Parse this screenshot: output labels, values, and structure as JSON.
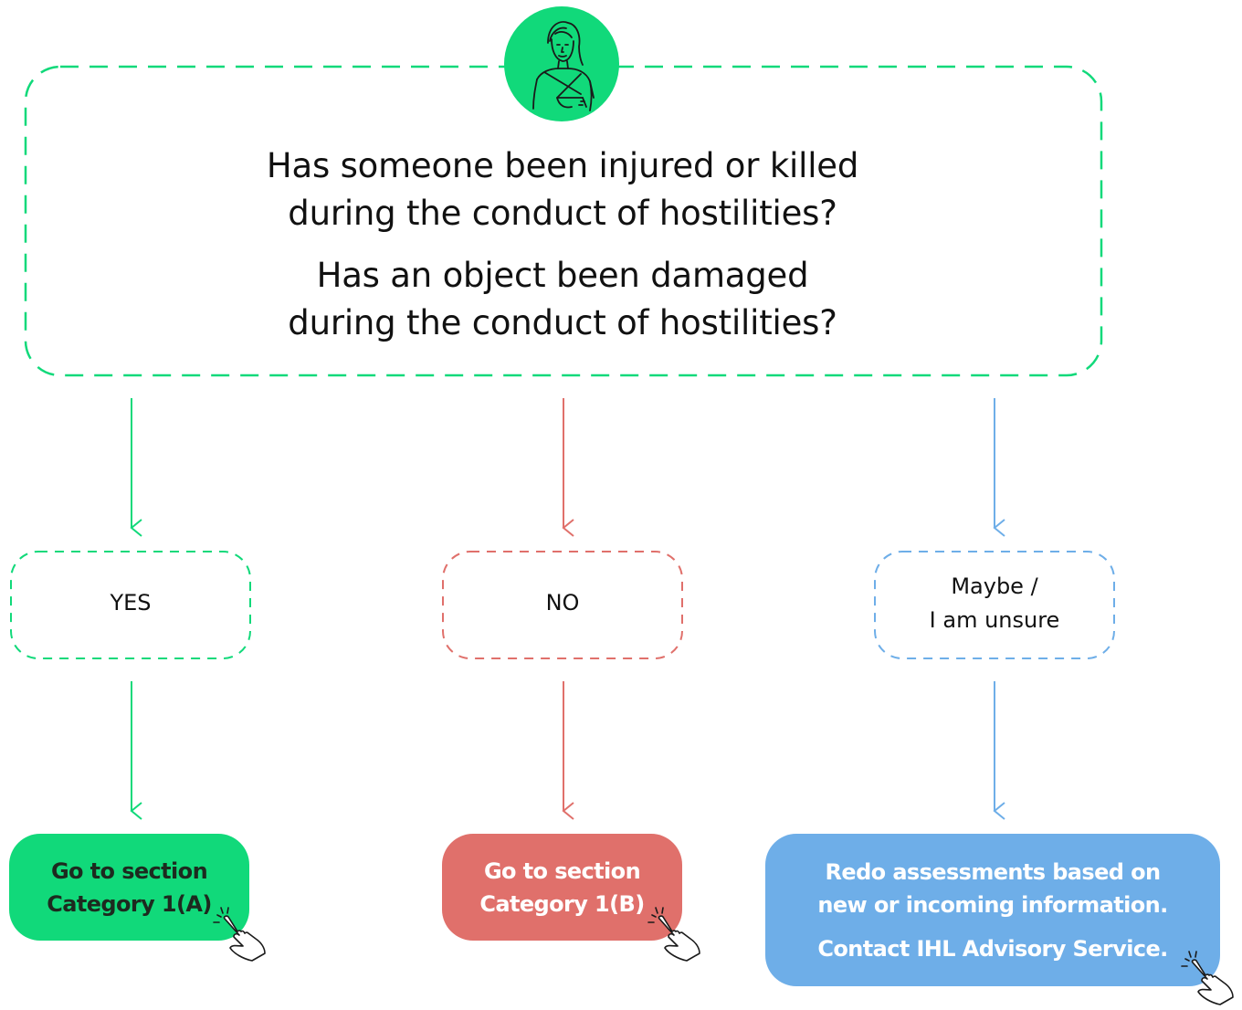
{
  "colors": {
    "green": "#11d97a",
    "red": "#e0706b",
    "blue": "#6eaee8",
    "text": "#111111"
  },
  "question": {
    "line1a": "Has someone been injured or killed",
    "line1b": "during the conduct of hostilities?",
    "line2a": "Has an object been damaged",
    "line2b": "during the conduct of hostilities?"
  },
  "options": {
    "yes": "YES",
    "no": "NO",
    "maybe_line1": "Maybe /",
    "maybe_line2": "I am unsure"
  },
  "results": {
    "yes_line1": "Go to section",
    "yes_line2": "Category 1(A)",
    "no_line1": "Go to section",
    "no_line2": "Category 1(B)",
    "maybe_line1": "Redo assessments based on",
    "maybe_line2": "new or incoming information.",
    "maybe_line3": "Contact IHL Advisory Service."
  },
  "icons": {
    "avatar": "injured-person-icon",
    "pointer": "hand-pointer-icon"
  }
}
